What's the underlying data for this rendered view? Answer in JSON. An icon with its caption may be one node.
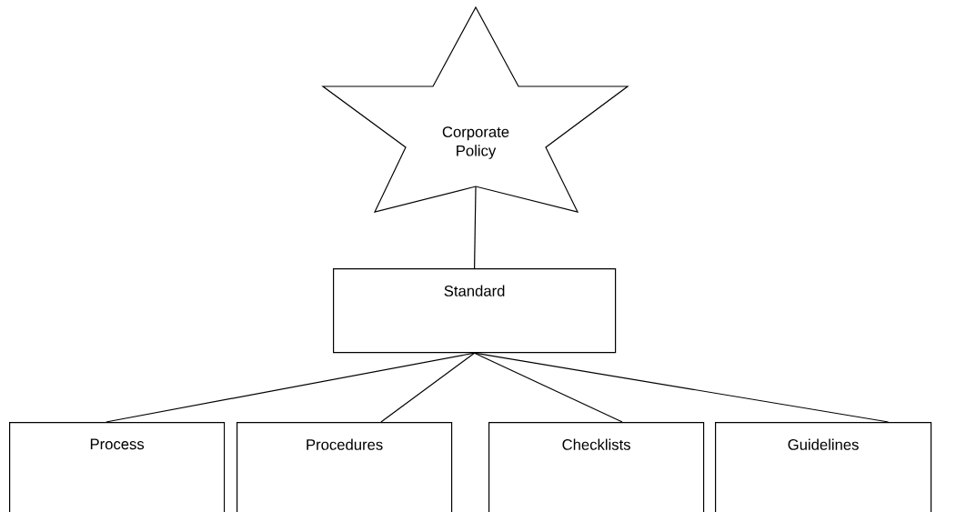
{
  "diagram": {
    "nodes": [
      {
        "text": [
          "Corporate Policy"
        ]
      },
      {
        "text": [
          "Standard"
        ]
      },
      {
        "text": [
          "Process"
        ]
      },
      {
        "text": [
          "Procedures"
        ]
      },
      {
        "text": [
          "Checklists"
        ]
      },
      {
        "text": [
          "Guidelines"
        ]
      }
    ],
    "edges": [
      {
        "from": 0,
        "to": 1,
        "arrow": "none"
      },
      {
        "from": 1,
        "to": 2,
        "arrow": "none"
      },
      {
        "from": 1,
        "to": 3,
        "arrow": "none"
      },
      {
        "from": 1,
        "to": 4,
        "arrow": "none"
      },
      {
        "from": 1,
        "to": 5,
        "arrow": "none"
      }
    ]
  }
}
